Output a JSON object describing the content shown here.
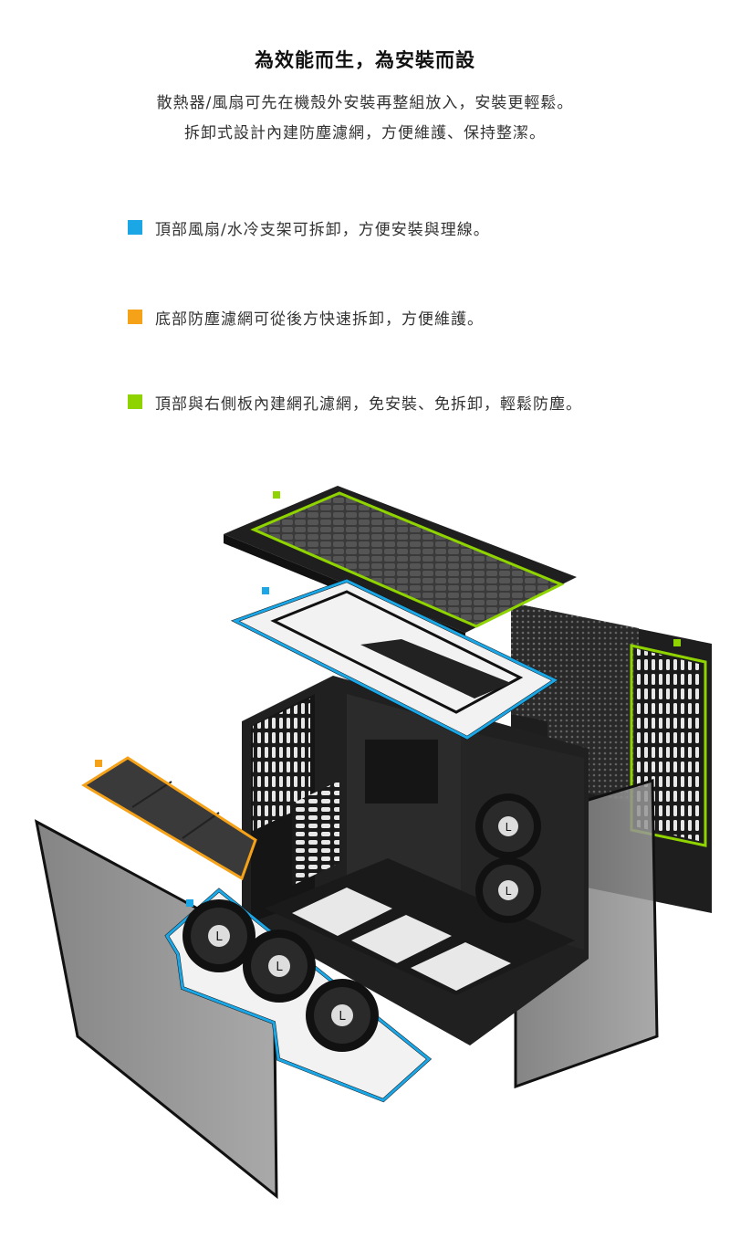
{
  "heading": "為效能而生，為安裝而設",
  "subtitle_lines": [
    "散熱器/風扇可先在機殼外安裝再整組放入，安裝更輕鬆。",
    "拆卸式設計內建防塵濾網，方便維護、保持整潔。"
  ],
  "features": [
    {
      "text": "頂部風扇/水冷支架可拆卸，方便安裝與理線。",
      "color": "#1ba6e6"
    },
    {
      "text": "底部防塵濾網可從後方快速拆卸，方便維護。",
      "color": "#f5a219"
    },
    {
      "text": "頂部與右側板內建網孔濾網，免安裝、免拆卸，輕鬆防塵。",
      "color": "#8fd400"
    }
  ],
  "illustration": {
    "fan_logo_letter": "L"
  }
}
